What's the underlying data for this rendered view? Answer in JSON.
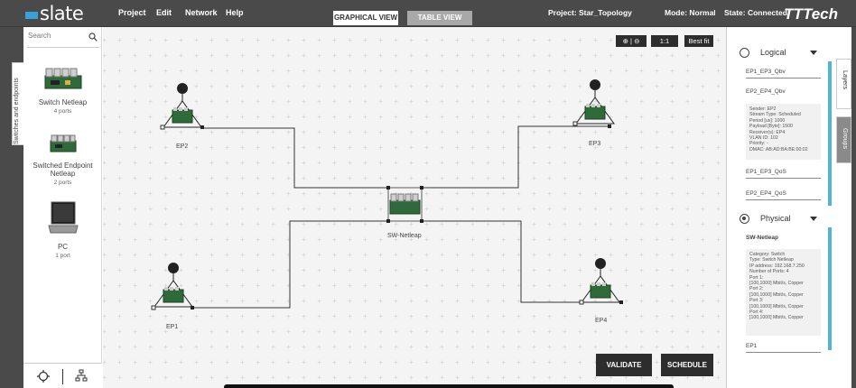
{
  "header": {
    "logo": "slate",
    "menu": [
      "Project",
      "Edit",
      "Network",
      "Help"
    ],
    "views": {
      "graphical": "GRAPHICAL VIEW",
      "table": "TABLE VIEW"
    },
    "project": "Project: Star_Topology",
    "mode": "Mode: Normal",
    "state": "State: Connected",
    "brand": "TTTech"
  },
  "sidebar": {
    "search_placeholder": "Search",
    "tab_label": "Switches and endpoints",
    "components": [
      {
        "name": "Switch Netleap",
        "ports": "4 ports"
      },
      {
        "name": "Switched Endpoint Netleap",
        "ports": "2 ports"
      },
      {
        "name": "PC",
        "ports": "1 port"
      }
    ]
  },
  "canvas": {
    "zoom_in": "⊕",
    "zoom_out": "⊖",
    "ratio": "1:1",
    "best_fit": "Best fit",
    "nodes": {
      "ep1": "EP1",
      "ep2": "EP2",
      "ep3": "EP3",
      "ep4": "EP4",
      "switch": "SW-Netleap"
    },
    "validate": "VALIDATE",
    "schedule": "SCHEDULE"
  },
  "right_panel": {
    "tabs": {
      "layers": "Layers",
      "groups": "Groups"
    },
    "logical": {
      "title": "Logical",
      "streams": [
        "EP1_EP3_Qbv",
        "EP2_EP4_Qbv",
        "EP1_EP3_QoS",
        "EP2_EP4_QoS"
      ],
      "details": [
        "Sender: EP2",
        "Stream Type: Scheduled",
        "Period [us]: 1000",
        "Payload [Byte]: 1500",
        "Receiver(s): EP4",
        "VLAN ID: 102",
        "Priority: -",
        "DMAC: AB:AD:BA:BE:00:02"
      ]
    },
    "physical": {
      "title": "Physical",
      "selected": "SW-Netleap",
      "details": [
        "Category: Switch",
        "Type: Switch Netleap",
        "IP address: 192.168.7.250",
        "Number of Ports: 4",
        "Port 1:",
        "[100,1000] Mbit/s, Copper",
        "Port 2:",
        "[100,1000] Mbit/s, Copper",
        "Port 3:",
        "[100,1000] Mbit/s, Copper",
        "Port 4:",
        "[100,1000] Mbit/s, Copper"
      ],
      "next": "EP1"
    }
  },
  "colors": {
    "accent": "#3aa0d8",
    "topbar": "#4a4a4a",
    "button": "#2d2d2d"
  }
}
